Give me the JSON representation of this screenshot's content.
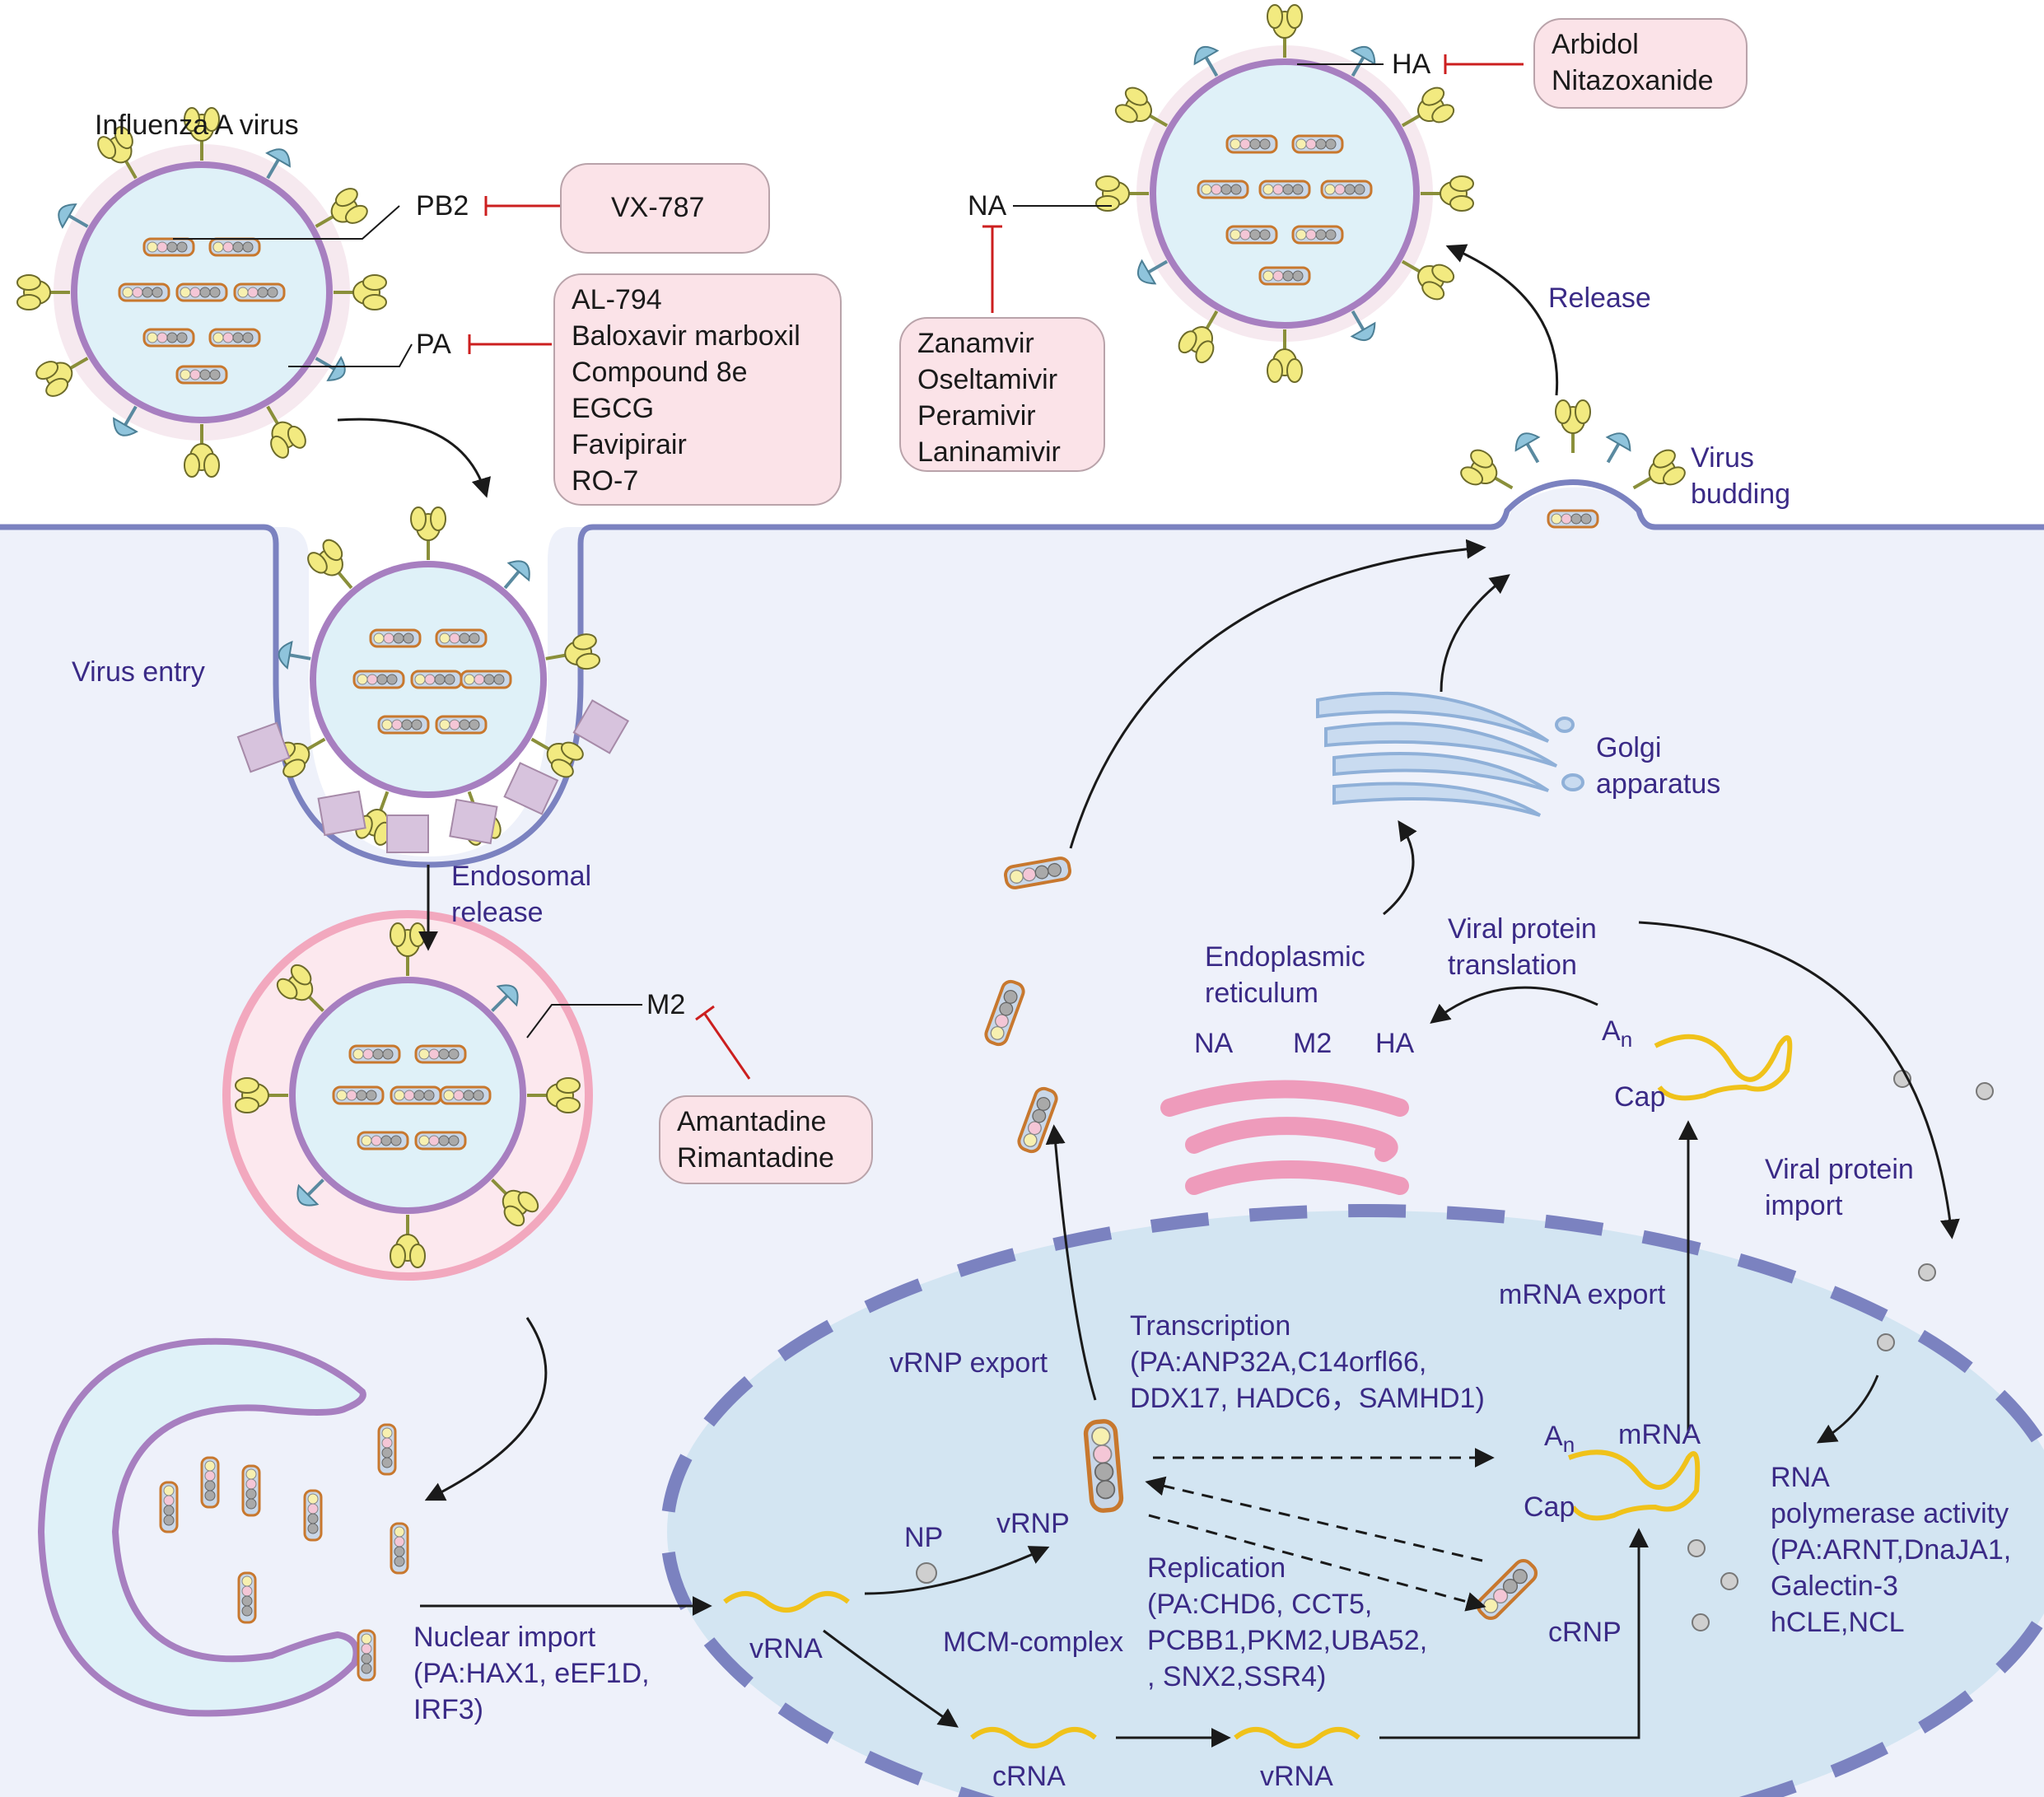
{
  "title": "Influenza A virus",
  "proteins": {
    "pb2": "PB2",
    "pa": "PA",
    "ha": "HA",
    "na": "NA",
    "m2": "M2",
    "np": "NP"
  },
  "drugs": {
    "pb2": [
      "VX-787"
    ],
    "pa": [
      "AL-794",
      "Baloxavir marboxil",
      "Compound 8e",
      "EGCG",
      "Favipirair",
      "RO-7"
    ],
    "ha": [
      "Arbidol",
      "Nitazoxanide"
    ],
    "na": [
      "Zanamvir",
      "Oseltamivir",
      "Peramivir",
      "Laninamivir"
    ],
    "m2": [
      "Amantadine",
      "Rimantadine"
    ]
  },
  "steps": {
    "virus_entry": "Virus entry",
    "endosomal_release": [
      "Endosomal",
      "release"
    ],
    "release": "Release",
    "virus_budding": [
      "Virus",
      "budding"
    ],
    "golgi": [
      "Golgi",
      "apparatus"
    ],
    "er": [
      "Endoplasmic",
      "reticulum"
    ],
    "translation": [
      "Viral protein",
      "translation"
    ],
    "protein_import": [
      "Viral protein",
      "import"
    ],
    "mrna_export": "mRNA export",
    "vrnp_export": "vRNP export",
    "transcription": [
      "Transcription",
      "(PA:ANP32A,C14orfl66,",
      "DDX17, HADC6，SAMHD1)"
    ],
    "nuclear_import": [
      "Nuclear import",
      "(PA:HAX1, eEF1D,",
      "IRF3)"
    ],
    "replication": [
      "Replication",
      "(PA:CHD6, CCT5,",
      "PCBB1,PKM2,UBA52,",
      ", SNX2,SSR4)"
    ],
    "mcm": "MCM-complex",
    "rna_pol": [
      "RNA",
      "polymerase activity",
      "(PA:ARNT,DnaJA1,",
      "Galectin-3",
      "hCLE,NCL"
    ]
  },
  "molecules": {
    "vrna": "vRNA",
    "crna": "cRNA",
    "vrnp": "vRNP",
    "crnp": "cRNP",
    "mrna": "mRNA",
    "cap": "Cap",
    "an_a": "A",
    "an_n": "n"
  },
  "colors": {
    "membrane": "#7b82c0",
    "cytoplasm": "#eef1fa",
    "nucleus": "#d3e5f2",
    "inhibit": "#cc1f1f",
    "drug_box": "#fbe3e8",
    "envelope": "#a77fc0",
    "ha_spike": "#f2ea80",
    "na_spike": "#8fc4dc",
    "rna": "#f0c21a",
    "er": "#ee9bbb",
    "golgi": "#8fb0d8"
  }
}
